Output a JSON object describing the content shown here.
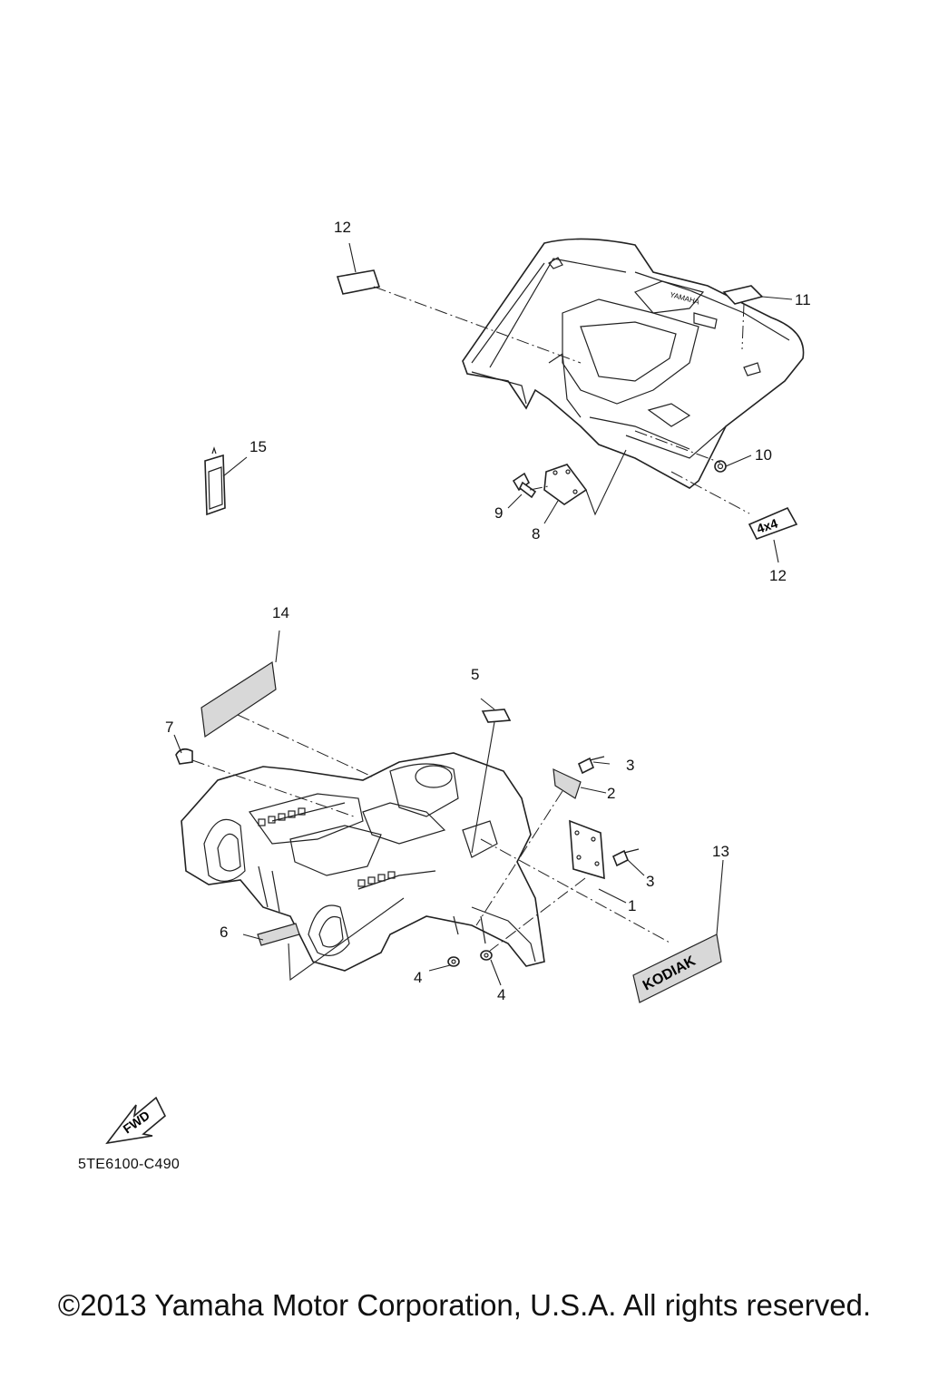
{
  "callouts": {
    "c12a": "12",
    "c11": "11",
    "c15": "15",
    "c10": "10",
    "c9": "9",
    "c8": "8",
    "c12b": "12",
    "c14": "14",
    "c5": "5",
    "c7": "7",
    "c3a": "3",
    "c2": "2",
    "c13": "13",
    "c3b": "3",
    "c1": "1",
    "c6": "6",
    "c4a": "4",
    "c4b": "4"
  },
  "emblems": {
    "four_by_four": "4x4",
    "kodiak": "KODIAK",
    "fwd": "FWD",
    "yamaha": "YAMAHA"
  },
  "drawing_code": "5TE6100-C490",
  "copyright": "©2013 Yamaha Motor Corporation, U.S.A. All rights reserved."
}
